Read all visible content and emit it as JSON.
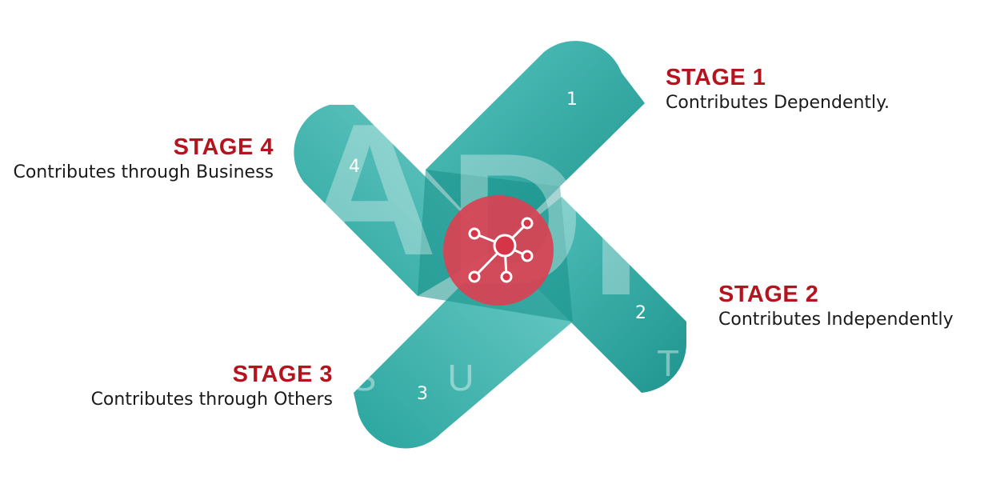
{
  "colors": {
    "accent": "#b4141e",
    "teal": "#3ab0ab",
    "teal_dark": "#1e948f",
    "hub": "#d63547",
    "text": "#1a1a1a"
  },
  "petals": [
    {
      "number": "1"
    },
    {
      "number": "2"
    },
    {
      "number": "3"
    },
    {
      "number": "4"
    }
  ],
  "watermark": {
    "big_letters": [
      "A",
      "D",
      "I"
    ],
    "small_letters": [
      "S",
      "U",
      "T"
    ]
  },
  "hub": {
    "icon": "network-hub-icon"
  },
  "stages": [
    {
      "title": "STAGE 1",
      "description": "Contributes Dependently."
    },
    {
      "title": "STAGE 2",
      "description": "Contributes Independently"
    },
    {
      "title": "STAGE 3",
      "description": "Contributes through Others"
    },
    {
      "title": "STAGE 4",
      "description": "Contributes through Business"
    }
  ]
}
